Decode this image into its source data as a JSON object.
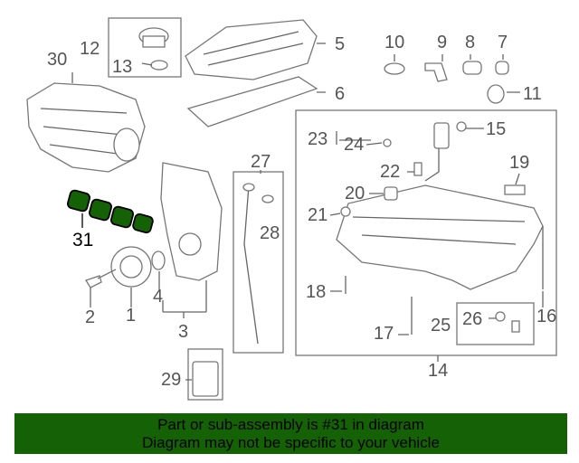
{
  "callouts": {
    "c1": "1",
    "c2": "2",
    "c3": "3",
    "c4": "4",
    "c5": "5",
    "c6": "6",
    "c7": "7",
    "c8": "8",
    "c9": "9",
    "c10": "10",
    "c11": "11",
    "c12": "12",
    "c13": "13",
    "c14": "14",
    "c15": "15",
    "c16": "16",
    "c17": "17",
    "c18": "18",
    "c19": "19",
    "c20": "20",
    "c21": "21",
    "c22": "22",
    "c23": "23",
    "c24": "24",
    "c25": "25",
    "c26": "26",
    "c27": "27",
    "c28": "28",
    "c29": "29",
    "c30": "30",
    "c31": "31"
  },
  "highlight_color": "#146205",
  "banner": {
    "line1": "Part or sub-assembly is #31 in diagram",
    "line2": "Diagram may not be specific to your vehicle"
  }
}
